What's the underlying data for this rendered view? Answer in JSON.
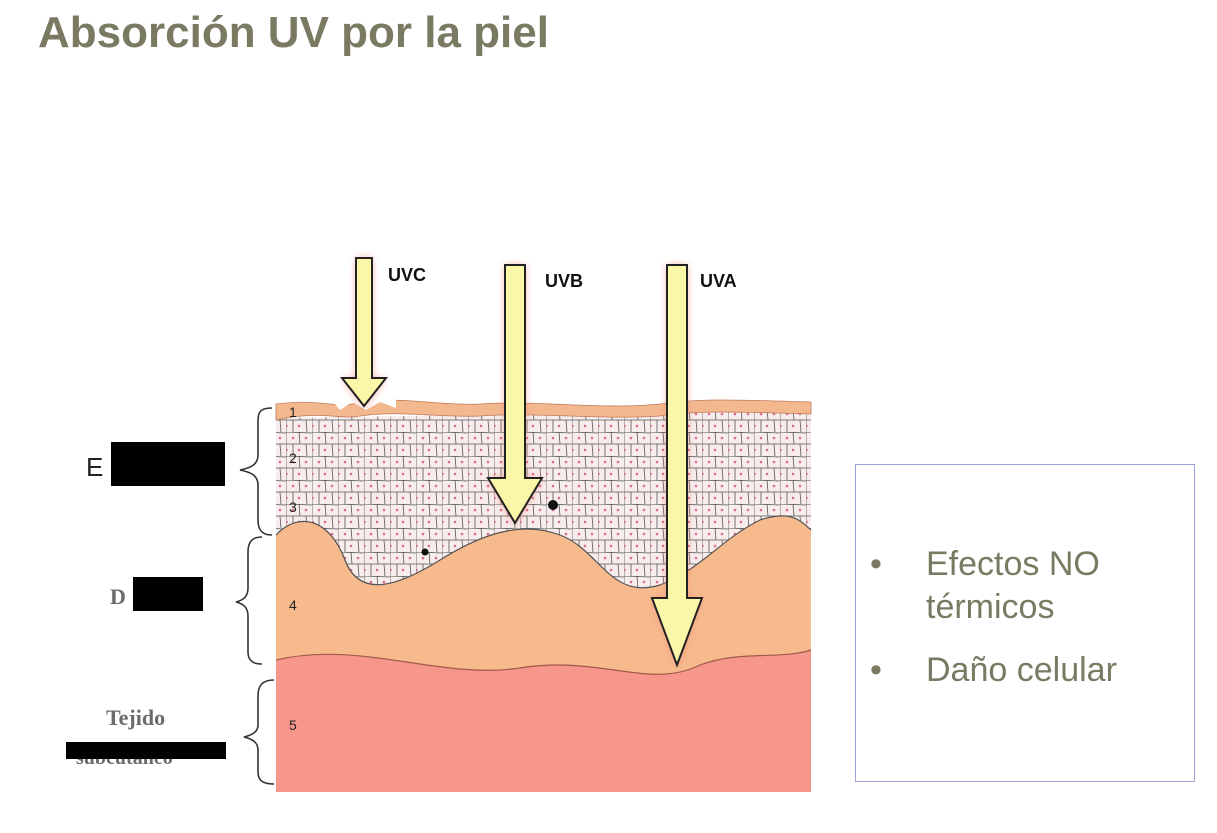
{
  "title": "Absorción UV por la piel",
  "rays": [
    {
      "label": "UVC"
    },
    {
      "label": "UVB"
    },
    {
      "label": "UVA"
    }
  ],
  "layers": [
    "1",
    "2",
    "3",
    "4",
    "5"
  ],
  "side_labels": {
    "epidermis": "E",
    "dermis": "D",
    "subcutaneous_line1": "Tejido",
    "subcutaneous_line2": "subcutáneo"
  },
  "bullets": [
    {
      "text": "Efectos NO térmicos"
    },
    {
      "text": "Daño celular"
    }
  ],
  "bullet_glyph": "•",
  "colors": {
    "title": "#7a7a63",
    "stratum_corneum": "#f3b88e",
    "epidermis_cells": "#f7eded",
    "dermis": "#f7ba8d",
    "subcutaneous": "#f7968a",
    "arrow_fill": "#fbf7a8",
    "arrow_glow": "#f28a7a",
    "box_border": "#9aa0d8"
  }
}
